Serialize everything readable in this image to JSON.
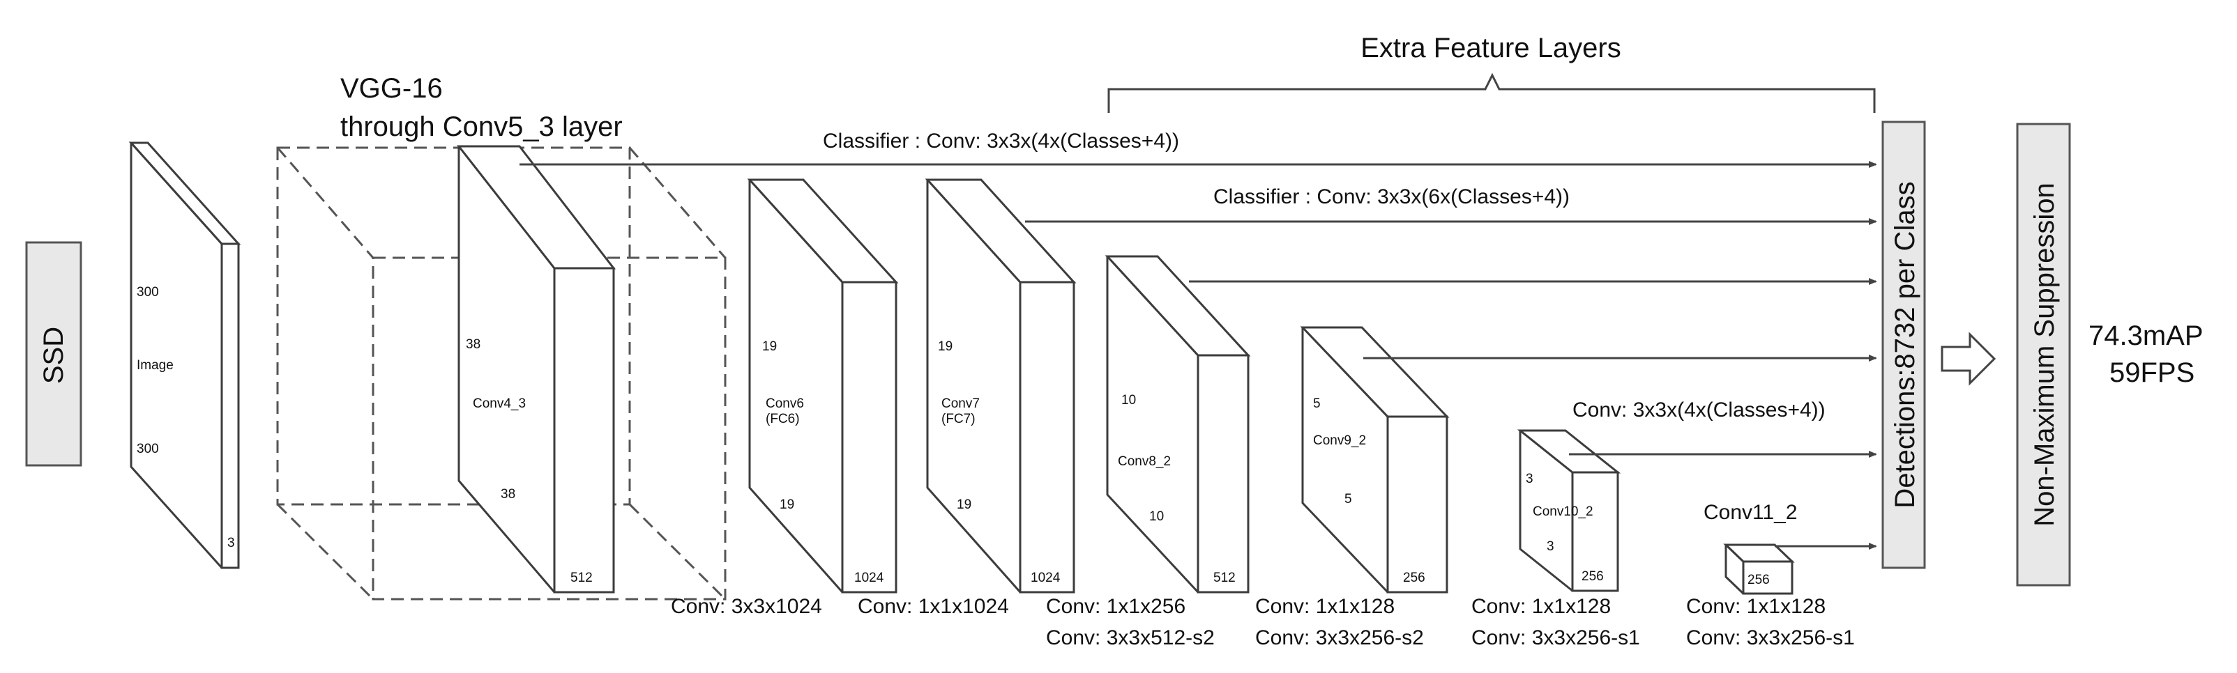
{
  "diagram": {
    "title_extra": "Extra Feature Layers",
    "vgg_label_1": "VGG-16",
    "vgg_label_2": "through Conv5_3 layer",
    "ssd": "SSD",
    "image": {
      "label": "Image",
      "h": "300",
      "w": "300",
      "c": "3"
    },
    "classifier_top": "Classifier : Conv: 3x3x(4x(Classes+4))",
    "classifier_mid": "Classifier : Conv: 3x3x(6x(Classes+4))",
    "classifier_low": "Conv: 3x3x(4x(Classes+4))",
    "detections": "Detections:8732  per Class",
    "nms": "Non-Maximum Suppression",
    "result_map": "74.3mAP",
    "result_fps": "59FPS",
    "blocks": {
      "conv4_3": {
        "name": "Conv4_3",
        "h": "38",
        "w": "38",
        "c": "512"
      },
      "conv6": {
        "name": "Conv6",
        "sub": "(FC6)",
        "h": "19",
        "w": "19",
        "c": "1024"
      },
      "conv7": {
        "name": "Conv7",
        "sub": "(FC7)",
        "h": "19",
        "w": "19",
        "c": "1024"
      },
      "conv8_2": {
        "name": "Conv8_2",
        "h": "10",
        "w": "10",
        "c": "512"
      },
      "conv9_2": {
        "name": "Conv9_2",
        "h": "5",
        "w": "5",
        "c": "256"
      },
      "conv10_2": {
        "name": "Conv10_2",
        "h": "3",
        "w": "3",
        "c": "256"
      },
      "conv11_2": {
        "name": "Conv11_2",
        "c": "256"
      }
    },
    "bottom": {
      "conv6": "Conv: 3x3x1024",
      "conv7": "Conv: 1x1x1024",
      "conv8_a": "Conv: 1x1x256",
      "conv8_b": "Conv:  3x3x512-s2",
      "conv9_a": "Conv: 1x1x128",
      "conv9_b": "Conv: 3x3x256-s2",
      "conv10_a": "Conv: 1x1x128",
      "conv10_b": "Conv: 3x3x256-s1",
      "conv11_a": "Conv: 1x1x128",
      "conv11_b": "Conv: 3x3x256-s1"
    }
  }
}
